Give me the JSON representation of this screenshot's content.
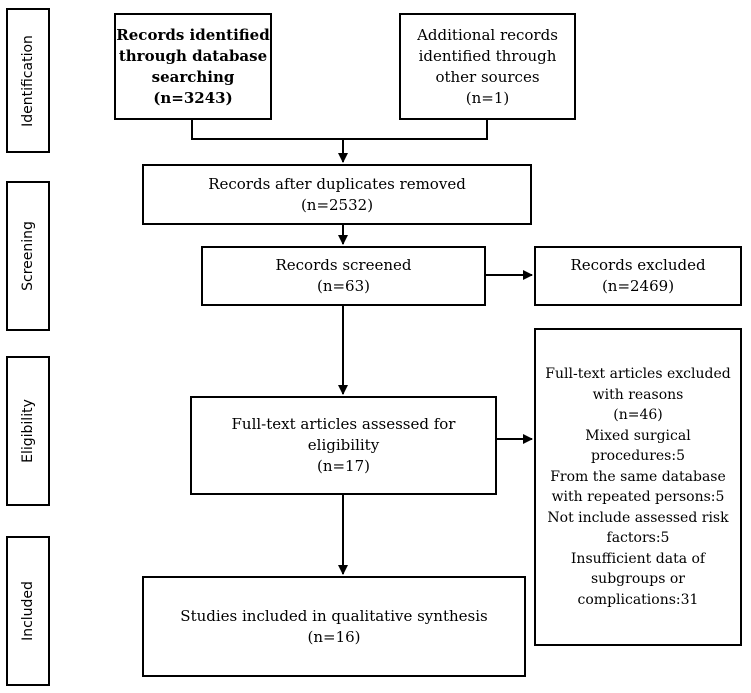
{
  "stages": {
    "identification": "Identification",
    "screening": "Screening",
    "eligibility": "Eligibility",
    "included": "Included"
  },
  "boxes": {
    "database": {
      "lines": [
        "Records identified",
        "through database",
        "searching",
        "(n=3243)"
      ]
    },
    "other_sources": {
      "lines": [
        "Additional records",
        "identified through",
        "other sources",
        "(n=1)"
      ]
    },
    "duplicates_removed": {
      "lines": [
        "Records after duplicates removed",
        "(n=2532)"
      ]
    },
    "screened": {
      "lines": [
        "Records screened",
        "(n=63)"
      ]
    },
    "excluded": {
      "lines": [
        "Records excluded",
        "(n=2469)"
      ]
    },
    "fulltext_assessed": {
      "lines": [
        "Full-text articles assessed for",
        "eligibility",
        "(n=17)"
      ]
    },
    "fulltext_excluded": {
      "lines": [
        "Full-text articles excluded",
        "with reasons",
        "(n=46)",
        "Mixed surgical",
        "procedures:5",
        "From the same database",
        "with repeated persons:5",
        "Not include assessed risk",
        "factors:5",
        "Insufficient data of",
        "subgroups or",
        "complications:31"
      ]
    },
    "included": {
      "lines": [
        "Studies included in qualitative synthesis",
        "(n=16)"
      ]
    }
  }
}
